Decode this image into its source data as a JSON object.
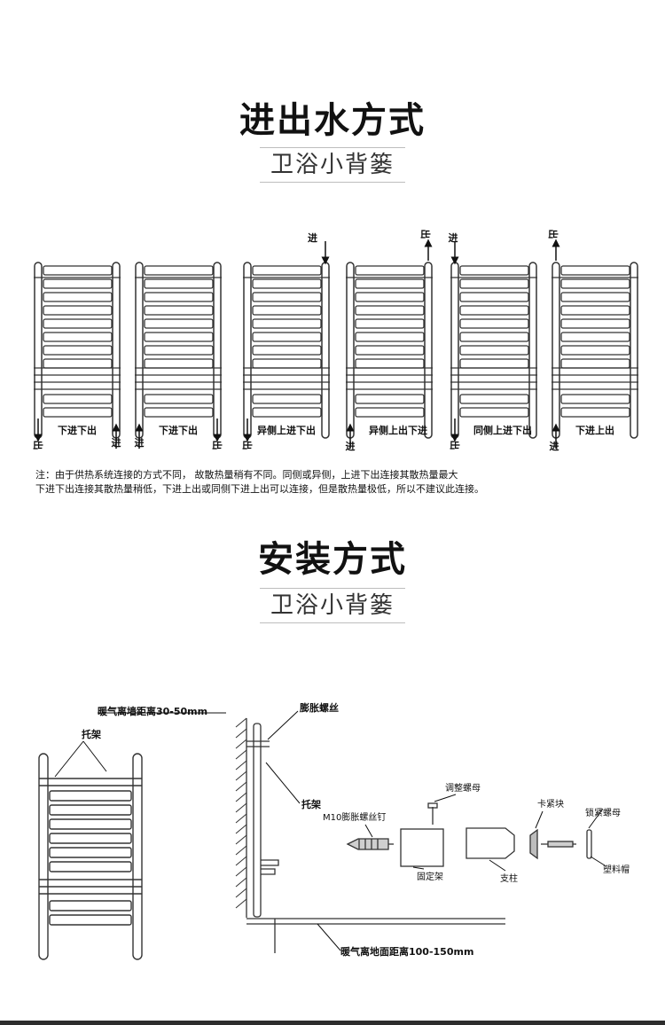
{
  "section1": {
    "title": "进出水方式",
    "subtitle": "卫浴小背篓",
    "radiators": [
      {
        "label": "下进下出",
        "left_mark": "出",
        "right_mark": "进"
      },
      {
        "label": "下进下出",
        "left_mark": "进",
        "right_mark": "出"
      },
      {
        "label": "异侧上进下出",
        "left_mark": "出",
        "right_mark": "进"
      },
      {
        "label": "异侧上出下进",
        "left_mark": "进",
        "right_mark": "出"
      },
      {
        "label": "同侧上进下出",
        "left_mark": "进",
        "right_mark": "出"
      },
      {
        "label": "下进上出",
        "left_mark": "进",
        "right_mark": "出"
      }
    ],
    "note_line1": "注：由于供热系统连接的方式不同， 故散热量稍有不同。同侧或异侧，上进下出连接其散热量最大",
    "note_line2": "下进下出连接其散热量稍低，下进上出或同侧下进上出可以连接，但是散热量极低，所以不建议此连接。"
  },
  "section2": {
    "title": "安装方式",
    "subtitle": "卫浴小背篓",
    "labels": {
      "wall_distance": "暖气离墙距离30-50mm",
      "bracket_left": "托架",
      "expansion_screw": "膨胀螺丝",
      "bracket_side": "托架",
      "m10_nail": "M10膨胀螺丝钉",
      "adjust_nut": "调整螺母",
      "fixed_frame": "固定架",
      "post": "支柱",
      "clamp_block": "卡紧块",
      "lock_nut": "锁紧螺母",
      "plastic_cap": "塑料帽",
      "floor_distance": "暖气离地面距离100-150mm"
    }
  }
}
